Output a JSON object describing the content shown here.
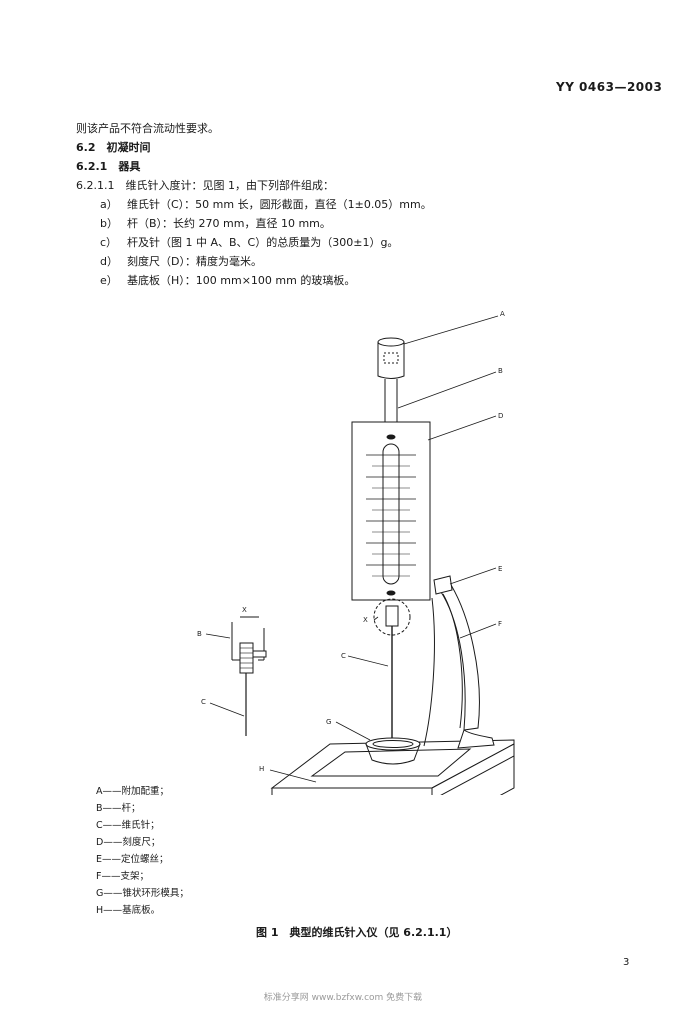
{
  "header": {
    "standard_no": "YY 0463—2003"
  },
  "body": {
    "line1": "则该产品不符合流动性要求。",
    "sec_6_2": "6.2　初凝时间",
    "sec_6_2_1": "6.2.1　器具",
    "sec_6_2_1_1": "6.2.1.1　维氏针入度计：见图 1，由下列部件组成：",
    "items": [
      {
        "mark": "a）",
        "text": "维氏针（C）：50 mm 长，圆形截面，直径（1±0.05）mm。"
      },
      {
        "mark": "b）",
        "text": "杆（B）：长约 270 mm，直径 10 mm。"
      },
      {
        "mark": "c）",
        "text": "杆及针（图 1 中 A、B、C）的总质量为（300±1）g。"
      },
      {
        "mark": "d）",
        "text": "刻度尺（D）：精度为毫米。"
      },
      {
        "mark": "e）",
        "text": "基底板（H）：100 mm×100 mm 的玻璃板。"
      }
    ]
  },
  "figure": {
    "labels": {
      "A": "A",
      "B": "B",
      "C": "C",
      "D": "D",
      "E": "E",
      "F": "F",
      "G": "G",
      "H": "H",
      "X": "X"
    },
    "detail_labels": {
      "X": "X",
      "B": "B",
      "C": "C"
    }
  },
  "legend": [
    "A——附加配重；",
    "B——杆；",
    "C——维氏针；",
    "D——刻度尺；",
    "E——定位螺丝；",
    "F——支架；",
    "G——锥状环形模具；",
    "H——基底板。"
  ],
  "caption": "图 1　典型的维氏针入仪（见 6.2.1.1）",
  "page_number": "3",
  "watermark": "标准分享网 www.bzfxw.com 免费下载"
}
